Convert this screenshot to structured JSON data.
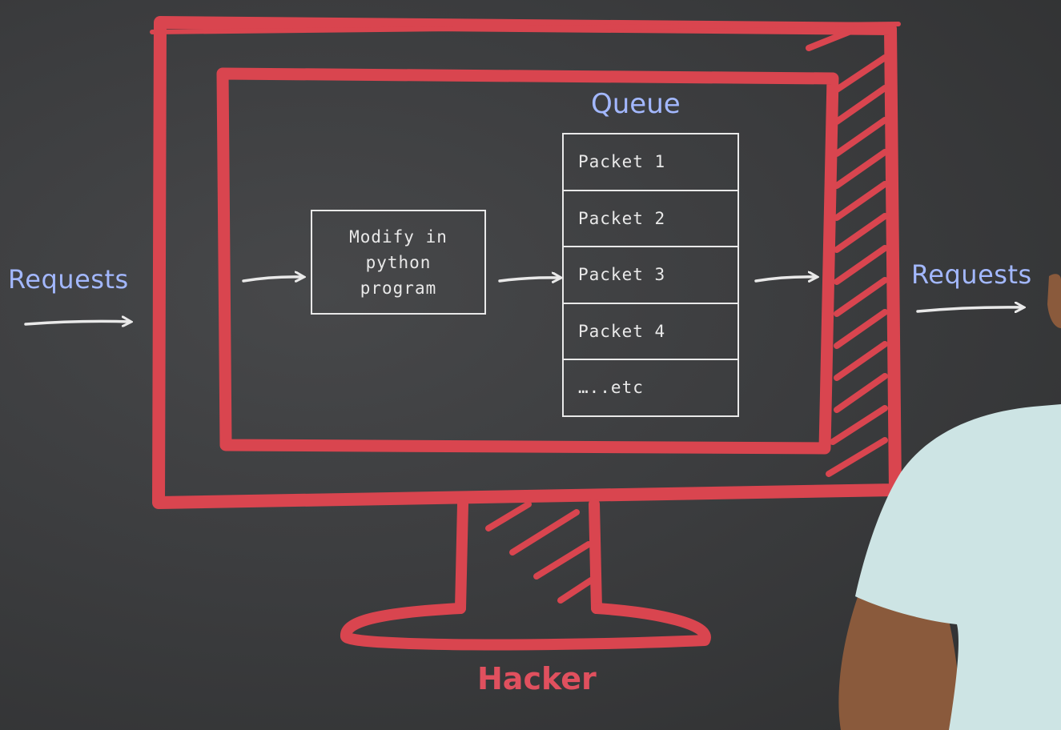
{
  "labels": {
    "requests_in": "Requests",
    "requests_out": "Requests",
    "queue_title": "Queue",
    "hacker": "Hacker"
  },
  "modify_box": {
    "text": "Modify in\npython\nprogram"
  },
  "queue": {
    "cells": [
      "Packet 1",
      "Packet 2",
      "Packet 3",
      "Packet 4",
      "…..etc"
    ]
  },
  "colors": {
    "monitor": "#d9454f",
    "label_blue": "#a3b8ff",
    "chalk_white": "#e9e9e9",
    "board": "#3b3c3d",
    "hacker_red": "#e0505e"
  }
}
